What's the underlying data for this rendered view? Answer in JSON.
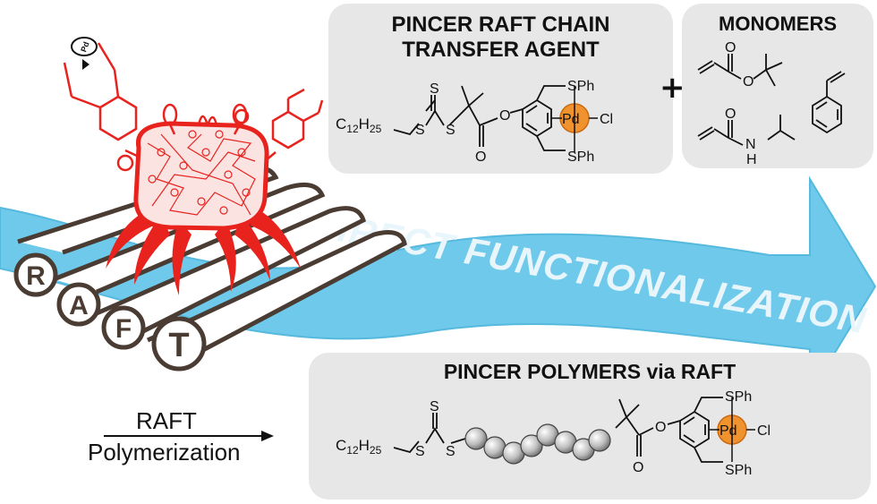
{
  "colors": {
    "arrow": "#6ec9ea",
    "panel": "#e7e7e7",
    "crab": "#e8231e",
    "pd_orb": "#f0922d"
  },
  "cta_panel": {
    "title_line1": "PINCER RAFT CHAIN",
    "title_line2": "TRANSFER AGENT",
    "chain": "C",
    "chain_sub1": "12",
    "chain_mid": "H",
    "chain_sub2": "25",
    "s": "S",
    "o": "O",
    "sph": "SPh",
    "pd": "Pd",
    "cl": "Cl"
  },
  "plus": "+",
  "monomers_panel": {
    "title": "MONOMERS",
    "o": "O",
    "n": "N",
    "h": "H"
  },
  "arrow_label": "DIRECT FUNCTIONALIZATION",
  "raft_letters": [
    "R",
    "A",
    "F",
    "T"
  ],
  "crab_icon_label": "Pd",
  "reaction": {
    "line1": "RAFT",
    "line2": "Polymerization"
  },
  "polymer_panel": {
    "title": "PINCER POLYMERS via RAFT"
  }
}
